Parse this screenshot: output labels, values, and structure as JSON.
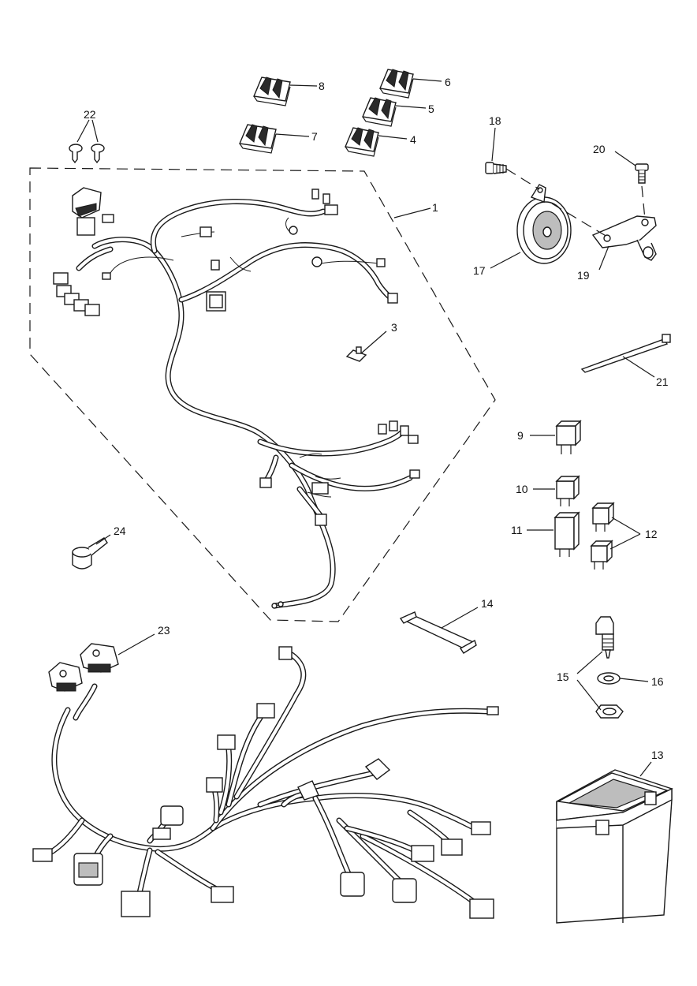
{
  "callouts": [
    {
      "id": "c1",
      "label": "1"
    },
    {
      "id": "c3",
      "label": "3"
    },
    {
      "id": "c4",
      "label": "4"
    },
    {
      "id": "c5",
      "label": "5"
    },
    {
      "id": "c6",
      "label": "6"
    },
    {
      "id": "c7",
      "label": "7"
    },
    {
      "id": "c8",
      "label": "8"
    },
    {
      "id": "c9",
      "label": "9"
    },
    {
      "id": "c10",
      "label": "10"
    },
    {
      "id": "c11",
      "label": "11"
    },
    {
      "id": "c12",
      "label": "12"
    },
    {
      "id": "c13",
      "label": "13"
    },
    {
      "id": "c14",
      "label": "14"
    },
    {
      "id": "c15",
      "label": "15"
    },
    {
      "id": "c16",
      "label": "16"
    },
    {
      "id": "c17",
      "label": "17"
    },
    {
      "id": "c18",
      "label": "18"
    },
    {
      "id": "c19",
      "label": "19"
    },
    {
      "id": "c20",
      "label": "20"
    },
    {
      "id": "c21",
      "label": "21"
    },
    {
      "id": "c22",
      "label": "22"
    },
    {
      "id": "c23",
      "label": "23"
    },
    {
      "id": "c24",
      "label": "24"
    }
  ]
}
